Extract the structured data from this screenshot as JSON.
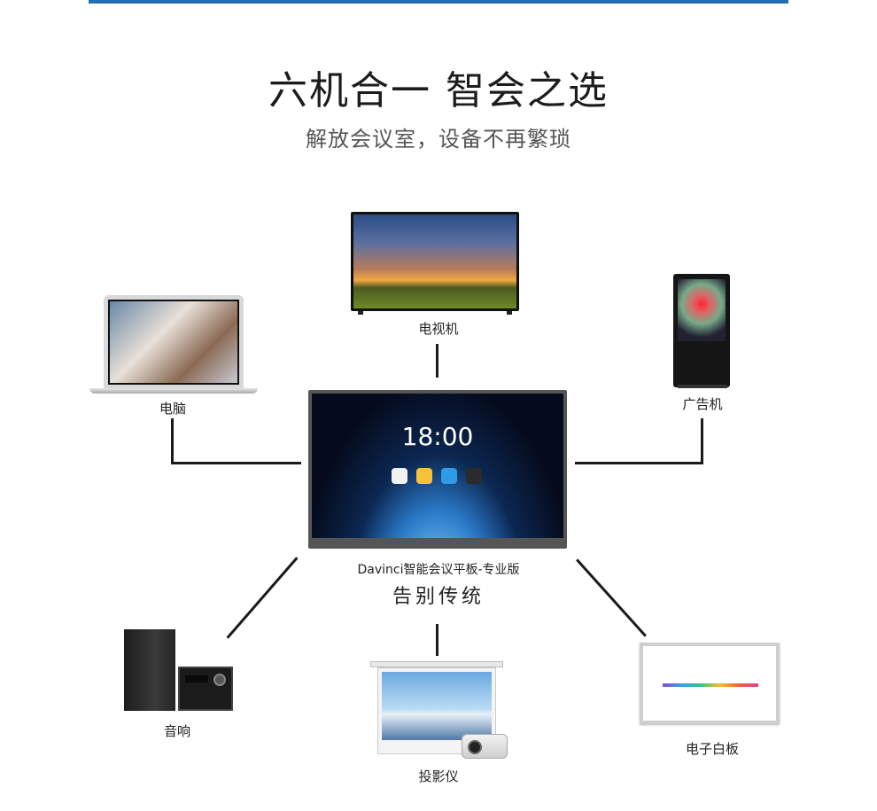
{
  "header": {
    "title": "六机合一  智会之选",
    "subtitle": "解放会议室，设备不再繁琐"
  },
  "devices": {
    "tv": "电视机",
    "pc": "电脑",
    "ad": "广告机",
    "audio": "音响",
    "projector": "投影仪",
    "whiteboard": "电子白板"
  },
  "center": {
    "product": "Davinci智能会议平板-专业版",
    "slogan": "告别传统",
    "clock": "18:00"
  },
  "colors": {
    "accent": "#1f6fb2",
    "line": "#1a1a1a"
  }
}
